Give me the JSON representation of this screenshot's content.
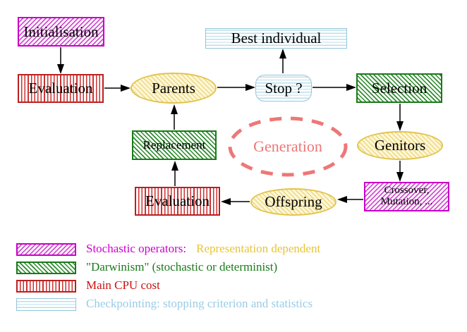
{
  "diagram": {
    "title": "Evolutionary algorithm generation loop",
    "nodes": {
      "initialisation": {
        "label": "Initialisation",
        "pattern": "magenta-diagonal-hatch"
      },
      "evaluation_top": {
        "label": "Evaluation",
        "pattern": "red-vertical-stripes"
      },
      "best_individual": {
        "label": "Best individual",
        "pattern": "cyan-horizontal-stripes"
      },
      "parents": {
        "label": "Parents",
        "pattern": "yellow-hatch-ellipse"
      },
      "stop": {
        "label": "Stop ?",
        "pattern": "cyan-horizontal-stripes"
      },
      "selection": {
        "label": "Selection",
        "pattern": "green-diagonal-hatch"
      },
      "replacement": {
        "label": "Replacement",
        "pattern": "green-diagonal-hatch"
      },
      "generation": {
        "label": "Generation",
        "pattern": "salmon-dashed-ellipse"
      },
      "genitors": {
        "label": "Genitors",
        "pattern": "yellow-hatch-ellipse"
      },
      "crossover": {
        "label_line1": "Crossover,",
        "label_line2": "Mutation, ...",
        "pattern": "magenta-diagonal-hatch"
      },
      "offspring": {
        "label": "Offspring",
        "pattern": "yellow-hatch-ellipse"
      },
      "evaluation_bottom": {
        "label": "Evaluation",
        "pattern": "red-vertical-stripes"
      }
    },
    "legend": [
      {
        "swatch": "magenta-diagonal-hatch",
        "text": "Stochastic operators:",
        "text2": "Representation dependent",
        "text_color": "#cc00cc",
        "text2_color": "#e8c435"
      },
      {
        "swatch": "green-diagonal-hatch",
        "text": "\"Darwinism\" (stochastic or determinist)",
        "text_color": "#1a7a1a"
      },
      {
        "swatch": "red-vertical-stripes",
        "text": "Main CPU cost",
        "text_color": "#cc1111"
      },
      {
        "swatch": "cyan-horizontal-stripes",
        "text": "Checkpointing: stopping criterion and statistics",
        "text_color": "#99cce6"
      }
    ],
    "colors": {
      "magenta": "#c800c8",
      "green": "#1a7a1a",
      "red": "#bb2020",
      "cyan": "#9cccdc",
      "yellow_border": "#e2c44e",
      "yellow_fill": "#fdf8da",
      "salmon": "#ee7777",
      "arrow": "#000000"
    }
  }
}
